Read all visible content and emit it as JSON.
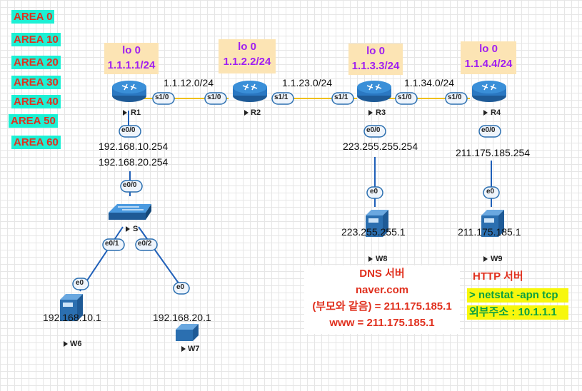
{
  "areas": [
    "AREA 0",
    "AREA 10",
    "AREA 20",
    "AREA 30",
    "AREA 40",
    "AREA 50",
    "AREA 60"
  ],
  "loopbacks": [
    {
      "name": "lo 0",
      "addr": "1.1.1.1/24"
    },
    {
      "name": "lo 0",
      "addr": "1.1.2.2/24"
    },
    {
      "name": "lo 0",
      "addr": "1.1.3.3/24"
    },
    {
      "name": "lo 0",
      "addr": "1.1.4.4/24"
    }
  ],
  "links": [
    "1.1.12.0/24",
    "1.1.23.0/24",
    "1.1.34.0/24"
  ],
  "ports": {
    "r1_s10": "s1/0",
    "r2_s10": "s1/0",
    "r2_s11": "s1/1",
    "r3_s11": "s1/1",
    "r3_s10": "s1/0",
    "r4_s10": "s1/0",
    "r1_e00": "e0/0",
    "r3_e00": "e0/0",
    "r4_e00": "e0/0",
    "sw_e00": "e0/0",
    "sw_e01": "e0/1",
    "sw_e02": "e0/2",
    "w6_e0": "e0",
    "w7_e0": "e0",
    "w8_e0": "e0",
    "w9_e0": "e0"
  },
  "devices": {
    "r1": "R1",
    "r2": "R2",
    "r3": "R3",
    "r4": "R4",
    "sw": "S",
    "w6": "W6",
    "w7": "W7",
    "w8": "W8",
    "w9": "W9"
  },
  "addresses": {
    "r1_a": "192.168.10.254",
    "r1_b": "192.168.20.254",
    "r3": "223.255.255.254",
    "r4": "211.175.185.254",
    "w8": "223.255.255.1",
    "w9": "211.175.185.1",
    "w6": "192.168.10.1",
    "w7": "192.168.20.1"
  },
  "dns_box": {
    "title": "DNS 서버",
    "line1": "naver.com",
    "line2": "(부모와 같음) = 211.175.185.1",
    "line3": "www = 211.175.185.1"
  },
  "http_box": {
    "title": "HTTP 서버",
    "cmd": "> netstat -apn tcp",
    "ext": "외부주소 : 10.1.1.1"
  },
  "colors": {
    "area_bg": "#1df0d4",
    "area_text": "#e0301e",
    "lo_bg": "#fce4b4",
    "lo_text": "#a020f0",
    "serial_link": "#f0c000",
    "ether_link": "#1f5fb8",
    "note_bg": "#f7f70d",
    "note_text": "#0aa040"
  }
}
